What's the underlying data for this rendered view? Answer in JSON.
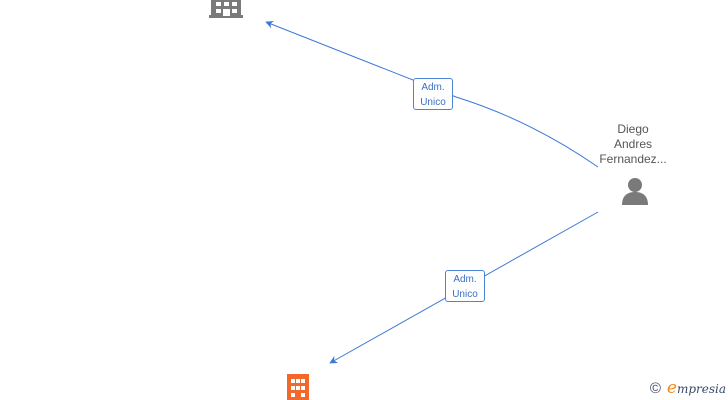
{
  "nodes": {
    "person": {
      "name_lines": [
        "Diego",
        "Andres",
        "Fernandez..."
      ],
      "icon": "person-icon",
      "color": "#7a7a7a"
    },
    "company_top": {
      "icon": "building-icon",
      "color": "#7a7a7a"
    },
    "company_bottom": {
      "icon": "building-icon",
      "color": "#f4672b"
    }
  },
  "edges": [
    {
      "from": "person",
      "to": "company_top",
      "label_lines": [
        "Adm.",
        "Unico"
      ],
      "color": "#3b78d8"
    },
    {
      "from": "person",
      "to": "company_bottom",
      "label_lines": [
        "Adm.",
        "Unico"
      ],
      "color": "#3b78d8"
    }
  ],
  "watermark": {
    "symbol": "©",
    "brand_initial": "e",
    "brand_rest": "mpresia"
  }
}
